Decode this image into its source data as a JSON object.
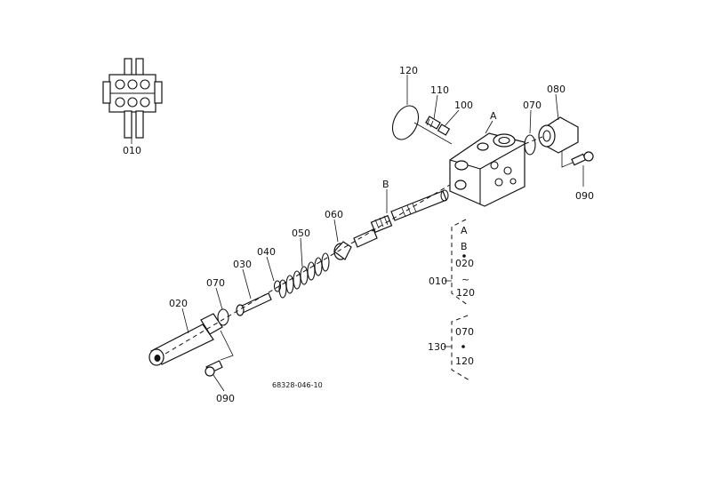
{
  "drawing": {
    "reference_number": "68328-046-10",
    "thumbnail_label": "010"
  },
  "callouts": {
    "p120_top": "120",
    "p110": "110",
    "p100": "100",
    "pA": "A",
    "p070_right": "070",
    "p080": "080",
    "p090_right": "090",
    "pB": "B",
    "p060": "060",
    "p050": "050",
    "p040": "040",
    "p030": "030",
    "p070_left": "070",
    "p020": "020",
    "p090_left": "090"
  },
  "legend": {
    "group1_label": "010",
    "group1_items": [
      "A",
      "B",
      "020",
      "120"
    ],
    "group2_label": "130",
    "group2_items": [
      "070",
      "120"
    ]
  }
}
